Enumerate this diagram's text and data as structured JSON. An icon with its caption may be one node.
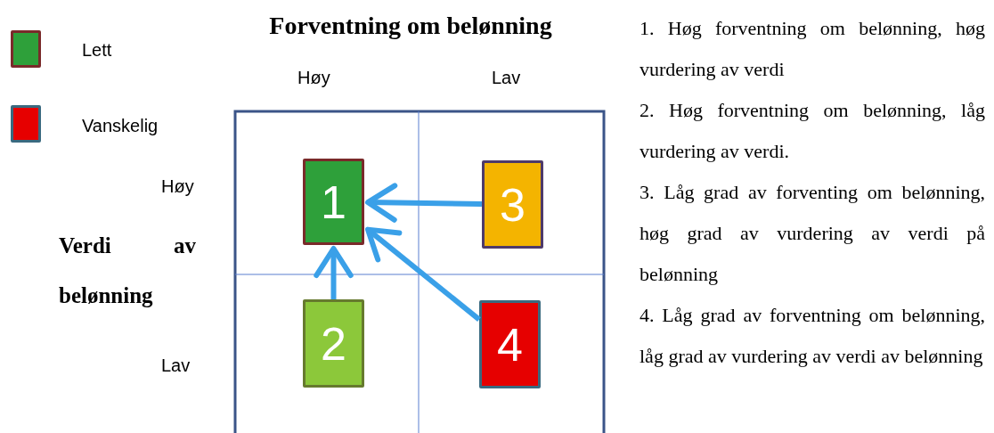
{
  "diagram": {
    "title": "Forventning om belønning",
    "nodes": [
      {
        "text": [
          "1"
        ]
      },
      {
        "text": [
          "2"
        ]
      },
      {
        "text": [
          "3"
        ]
      },
      {
        "text": [
          "4"
        ]
      }
    ],
    "edges": [
      {
        "from": 1,
        "to": 0,
        "arrow": "to"
      },
      {
        "from": 2,
        "to": 0,
        "arrow": "to"
      },
      {
        "from": 3,
        "to": 0,
        "arrow": "to"
      }
    ],
    "labels": [
      "Høy",
      "Lav",
      "Høy",
      "Verdi av belønning",
      "Lav",
      "1. Høg forventning om belønning, høg vurdering av verdi",
      "2. Høg forventning om belønning, låg vurdering av verdi.",
      "3. Låg grad av forventing om belønning, høg grad av vurdering av verdi på belønning",
      "4. Låg grad av forventning om belønning, låg grad av vurdering av verdi av belønning"
    ],
    "legend": [
      {
        "text": "Lett",
        "color": "#2ea03a"
      },
      {
        "text": "Vanskelig",
        "color": "#e60000"
      }
    ]
  }
}
